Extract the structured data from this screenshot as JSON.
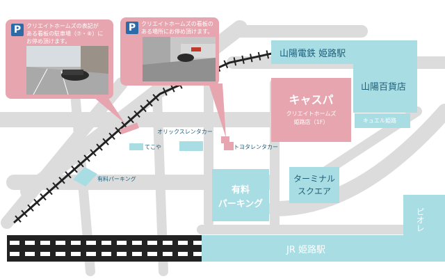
{
  "colors": {
    "road": "#dcdcdc",
    "building_blue": "#a9dde4",
    "building_pink": "#e7a5b0",
    "parking_badge": "#2d6ba8",
    "text_dark": "#1e5f7a",
    "rail": "#222222"
  },
  "callouts": [
    {
      "badge": "P",
      "lines": [
        "クリエイトホームズの表記が",
        "ある看板の駐車場（⑦・⑧）に",
        "お停め頂けます。"
      ]
    },
    {
      "badge": "P",
      "lines": [
        "クリエイトホームズの看板の",
        "ある場所にお停め頂けます。"
      ]
    }
  ],
  "buildings": {
    "sanyo_station": "山陽電鉄 姫路駅",
    "sanyo_dept": "山陽百貨店",
    "cuel": "キュエル姫路",
    "caspa": "キャスパ",
    "caspa_sub1": "クリエイトホームズ",
    "caspa_sub2": "姫路店（1F）",
    "orix": "オリックスレンタカー",
    "tekoya": "てこや",
    "toyota": "トヨタレンタカー",
    "paid_parking_small": "有料パーキング",
    "paid_parking_big": [
      "有料",
      "パーキング"
    ],
    "terminal_square": [
      "ターミナル",
      "スクエア"
    ],
    "piole": "ピオレ",
    "jr_station": "JR 姫路駅"
  }
}
